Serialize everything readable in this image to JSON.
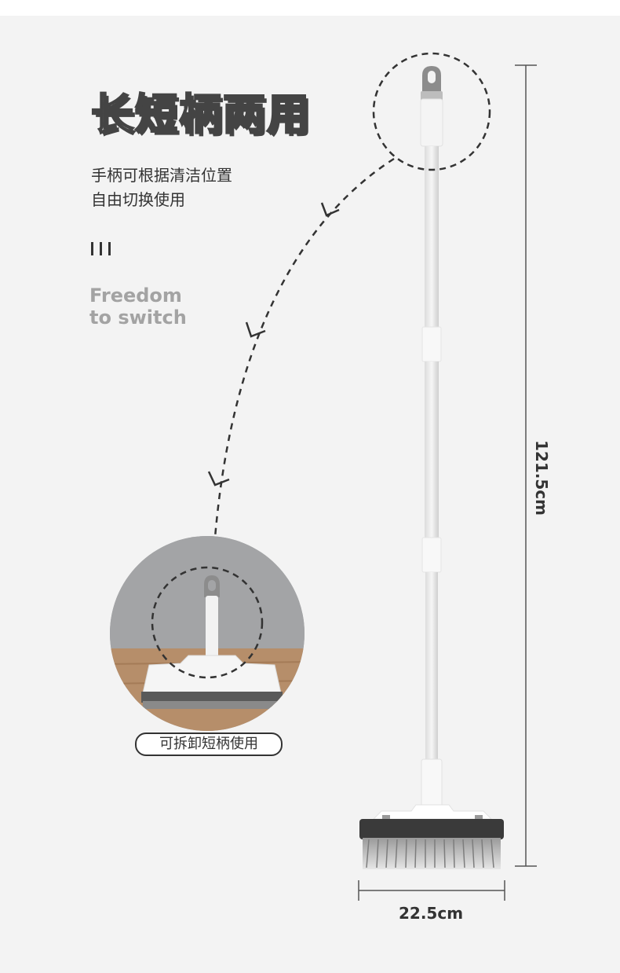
{
  "title": "长短柄两用",
  "description_line1": "手柄可根据清洁位置",
  "description_line2": "自由切换使用",
  "english_line1": "Freedom",
  "english_line2": "to switch",
  "caption": "可拆卸短柄使用",
  "length_label": "121.5cm",
  "width_label": "22.5cm",
  "colors": {
    "background": "#f3f3f3",
    "text_dark": "#333333",
    "text_gray": "#a3a3a3",
    "handle": "#e9e9e9",
    "hook": "#8c8c8c",
    "bristle_base": "#3a3a3a"
  }
}
